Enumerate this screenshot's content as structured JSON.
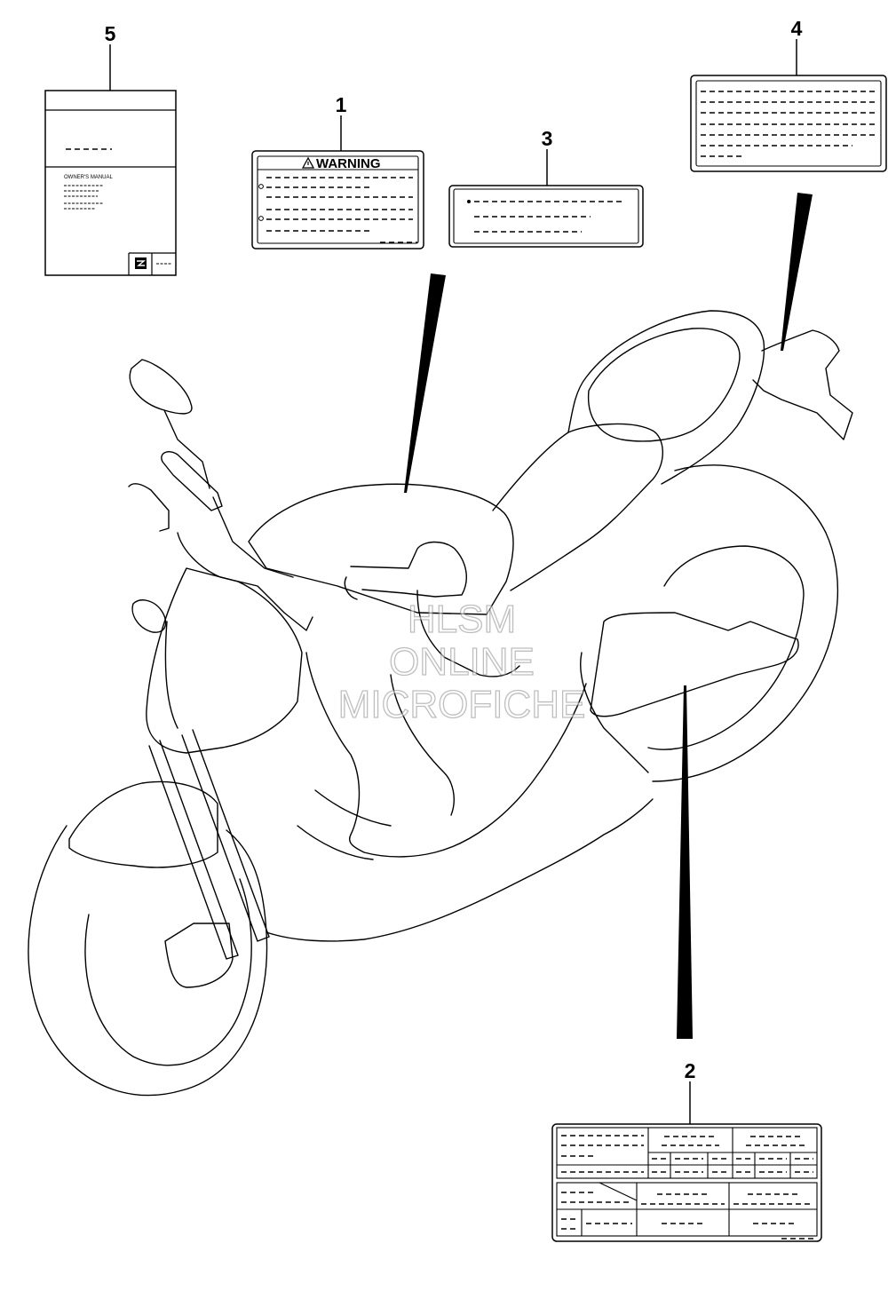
{
  "callouts": [
    "1",
    "2",
    "3",
    "4",
    "5"
  ],
  "label_1": {
    "warning_text": "WARNING"
  },
  "label_5": {
    "manual_text": "OWNER'S MANUAL",
    "logo": "suzuki-logo"
  },
  "watermark": [
    "HLSM",
    "ONLINE",
    "MICROFICHE"
  ],
  "colors": {
    "line": "#000000",
    "background": "#ffffff",
    "watermark": "#8a8a8a"
  }
}
